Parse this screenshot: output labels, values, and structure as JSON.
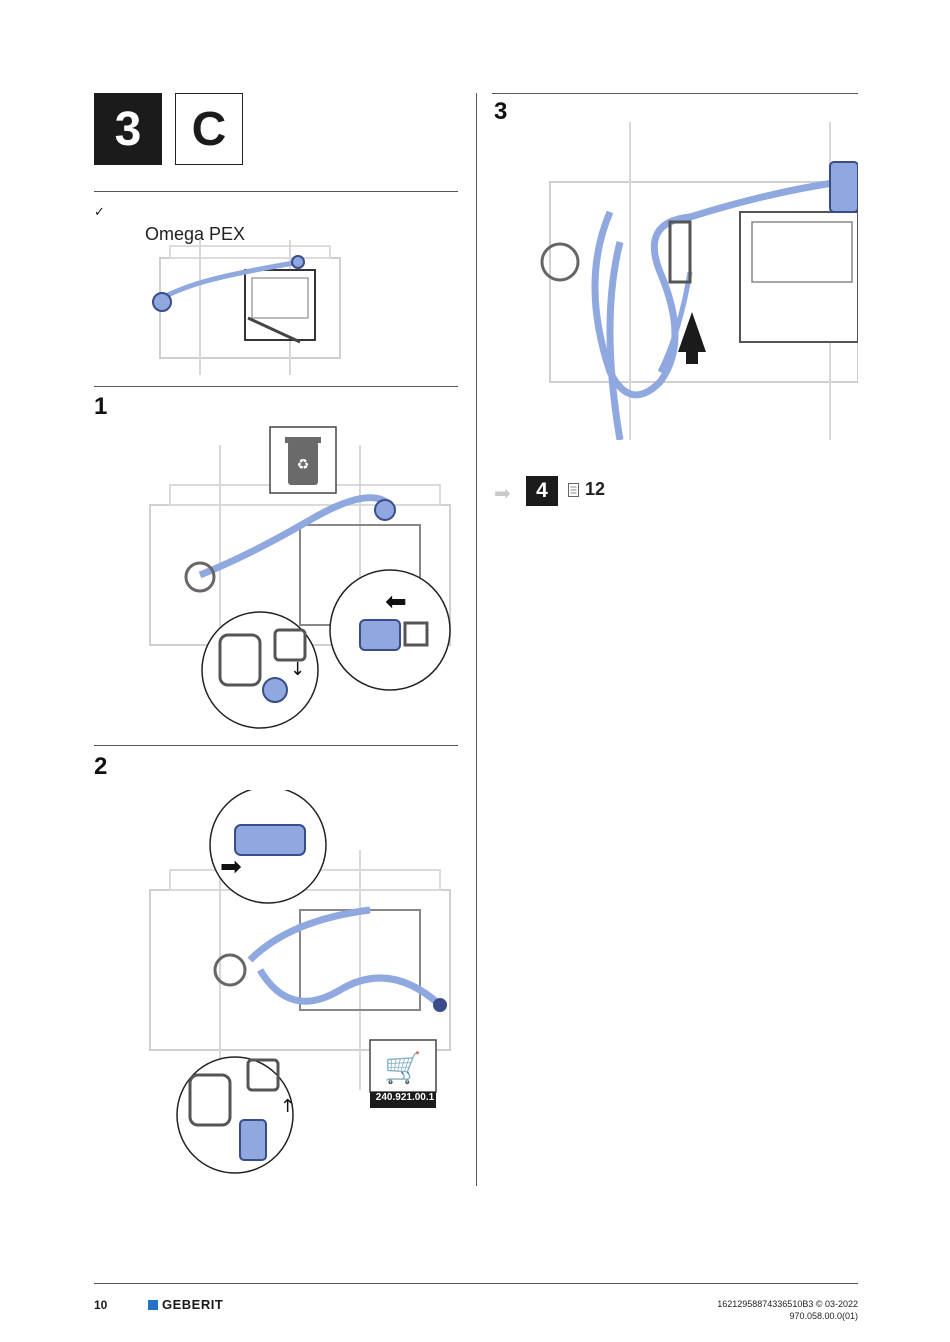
{
  "header": {
    "section_number": "3",
    "section_letter": "C"
  },
  "requirement": {
    "check_mark": "✓",
    "product_label": "Omega PEX"
  },
  "steps": [
    {
      "number": "1"
    },
    {
      "number": "2"
    },
    {
      "number": "3"
    }
  ],
  "part_number": "240.921.00.1",
  "next": {
    "arrow": "➡",
    "step": "4",
    "page": "12"
  },
  "footer": {
    "page_number": "10",
    "brand": "GEBERIT",
    "doc_line1": "16212958874336510B3 © 03-2022",
    "doc_line2": "970.058.00.0(01)"
  },
  "colors": {
    "pipe_blue": "#8fa8e0",
    "brand_blue": "#1f74c6"
  }
}
